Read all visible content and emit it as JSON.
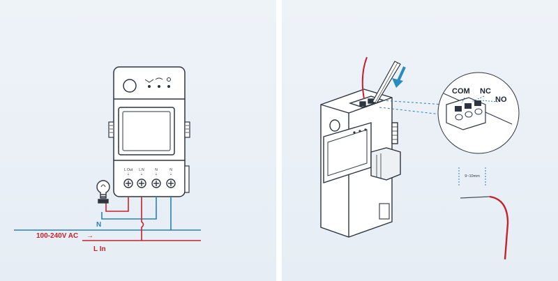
{
  "left": {
    "terminal_labels": [
      "L Out",
      "L N",
      "N",
      "N"
    ],
    "voltage_label": "100-240V AC",
    "neutral_label": "N",
    "line_label": "L In"
  },
  "right": {
    "terminal_labels": {
      "com": "COM",
      "nc": "NC",
      "no": "NO"
    },
    "strip_length_label": "9~10mm"
  },
  "colors": {
    "line_red": "#c8202c",
    "neutral_blue": "#2a7fb6",
    "device_outline": "#2e3440",
    "background": "#e9eff5"
  }
}
